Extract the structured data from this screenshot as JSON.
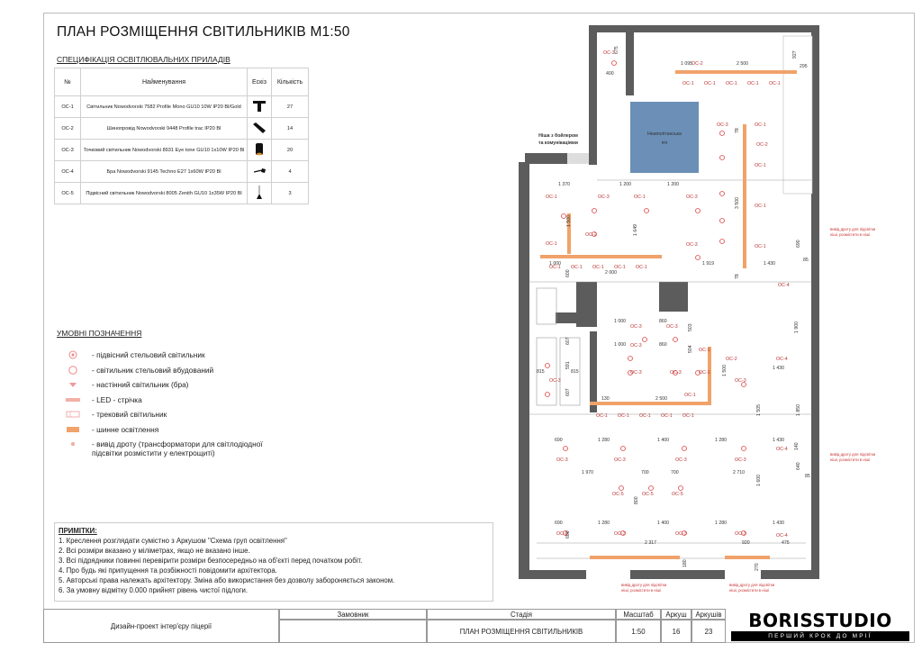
{
  "sheet_title": "ПЛАН РОЗМІЩЕННЯ СВІТИЛЬНИКІВ М1:50",
  "spec": {
    "title": "СПЕЦИФІКАЦІЯ ОСВІТЛЮВАЛЬНИХ ПРИЛАДІВ",
    "headers": [
      "№",
      "Найменування",
      "Ескіз",
      "Кількість"
    ],
    "rows": [
      {
        "no": "ОС-1",
        "name": "Світильник Nowodvorski 7582 Profile Mono GU10 10W IP20 Bl/Gold",
        "qty": "27",
        "sketch": "track-spot-icon"
      },
      {
        "no": "ОС-2",
        "name": "Шинопровід Nowodvorski 9448 Profile trac IP20 Bl",
        "qty": "14",
        "sketch": "track-rail-icon"
      },
      {
        "no": "ОС-3",
        "name": "Точковий світильник Nowodvorski 8931 Eye tone GU10 1x10W IP20 Bl",
        "qty": "20",
        "sketch": "downlight-icon"
      },
      {
        "no": "ОС-4",
        "name": "Бра Nowodvorski 9145 Techno E27 1x60W IP20 Bl",
        "qty": "4",
        "sketch": "wall-lamp-icon"
      },
      {
        "no": "ОС-5",
        "name": "Підвісний світильник Nowodvorski 8005 Zenith GU10 1x35W IP20 Bl",
        "qty": "3",
        "sketch": "pendant-icon"
      }
    ]
  },
  "legend": {
    "title": "УМОВНІ ПОЗНАЧЕННЯ",
    "items": [
      {
        "label": "- підвісний стельовий світильник",
        "icon": "pendant-symbol-icon"
      },
      {
        "label": "- світильник стельовий вбудований",
        "icon": "recessed-symbol-icon"
      },
      {
        "label": "- настінний світильник (бра)",
        "icon": "wall-lamp-symbol-icon"
      },
      {
        "label": "- LED - стрічка",
        "icon": "led-strip-symbol-icon"
      },
      {
        "label": "- трековий світильник",
        "icon": "track-light-symbol-icon"
      },
      {
        "label": "- шинне освітлення",
        "icon": "rail-symbol-icon"
      },
      {
        "label": "- вивід дроту (трансформатори для світлодіодної",
        "icon": "wire-outlet-symbol-icon"
      }
    ],
    "last_wrap": "підсвітки розмістити у електрощиті)"
  },
  "notes": {
    "title": "ПРИМІТКИ:",
    "lines": [
      "1. Креслення розглядати сумістно з Аркушом \"Схема груп освітлення\"",
      "2. Всі розміри вказано у міліметрах, якщо не вказано інше.",
      "3. Всі підрядники повинні перевірити розміри безпосередньо на об'єкті перед початком робіт.",
      "4. Про будь які припущення та розбіжності повідомити архітектора.",
      "5. Авторські права належать архітектору. Зміна або використання без дозволу забороняється законом.",
      "6. За умовну відмітку 0.000 прийнят рівень чистої підлоги."
    ]
  },
  "stamp": {
    "project": "Дизайн-проект інтер'єру піцерії",
    "customer_label": "Замовник",
    "stage_label": "Стадія",
    "sheet_name": "ПЛАН РОЗМІЩЕННЯ СВІТИЛЬНИКІВ",
    "scale_label": "Масштаб",
    "scale": "1:50",
    "sheet_label": "Аркуш",
    "sheet_no": "16",
    "sheets_label": "Аркушів",
    "sheets_total": "23"
  },
  "logo": {
    "name": "BORISSTUDIO",
    "tagline": "ПЕРШИЙ КРОК ДО МРІЇ"
  },
  "plan": {
    "niche_boiler": [
      "Ніша з бойлером",
      "та комунікаціями"
    ],
    "oven": [
      "Неаполітанська",
      "піч"
    ],
    "wire_note": [
      "вивід дроту для підсвітки",
      "ніші, розмістити в ніші"
    ],
    "labels": {
      "oc1": "ОС-1",
      "oc2": "ОС-2",
      "oc3": "ОС-3",
      "oc4": "ОС-4",
      "oc5": "ОС-5"
    },
    "dims": [
      "675",
      "400",
      "1 095",
      "2 500",
      "927",
      "295",
      "1 370",
      "1 200",
      "1 200",
      "3 500",
      "78",
      "1 500",
      "1 649",
      "690",
      "85",
      "1 000",
      "600",
      "2 000",
      "1 919",
      "1 430",
      "78",
      "1 000",
      "860",
      "503",
      "1 900",
      "607",
      "591",
      "607",
      "815",
      "815",
      "1 000",
      "860",
      "504",
      "1 500",
      "1 430",
      "130",
      "2 500",
      "1 505",
      "1 850",
      "690",
      "1 280",
      "1 400",
      "1 280",
      "1 430",
      "140",
      "640",
      "85",
      "1 970",
      "700",
      "700",
      "2 710",
      "800",
      "1 600",
      "690",
      "1 280",
      "1 400",
      "1 280",
      "1 430",
      "600",
      "2 317",
      "920",
      "475",
      "180",
      "270"
    ]
  },
  "colors": {
    "wall": "#5a5a5a",
    "oven": "#6b8fb6",
    "strip": "#f0a26a",
    "fixture": "#d44",
    "accent_red": "#c33"
  }
}
